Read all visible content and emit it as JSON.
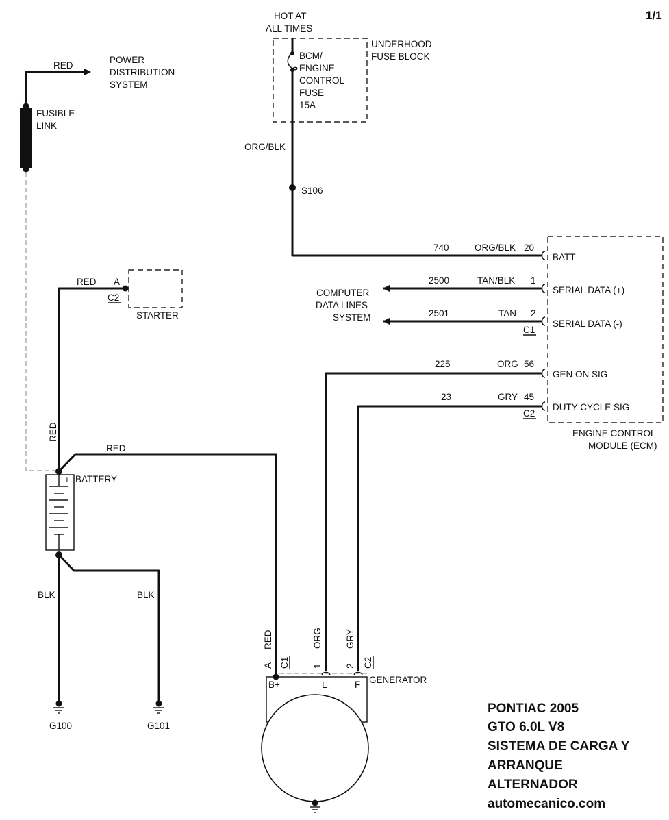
{
  "page_number": "1/1",
  "fuse": {
    "hot_line1": "HOT AT",
    "hot_line2": "ALL TIMES",
    "block_line1": "UNDERHOOD",
    "block_line2": "FUSE BLOCK",
    "name_lines": [
      "BCM/",
      "ENGINE",
      "CONTROL",
      "FUSE",
      "15A"
    ],
    "out_wire_color": "ORG/BLK",
    "splice": "S106"
  },
  "power_distribution": {
    "wire_color": "RED",
    "lines": [
      "POWER",
      "DISTRIBUTION",
      "SYSTEM"
    ],
    "fusible_lines": [
      "FUSIBLE",
      "LINK"
    ]
  },
  "starter": {
    "wire_color": "RED",
    "pin": "A",
    "connector": "C2",
    "name": "STARTER"
  },
  "battery": {
    "name": "BATTERY",
    "pos_wire": "RED",
    "gen_wire": "RED",
    "plus": "+",
    "minus": "−",
    "ground_wire1": "BLK",
    "ground_wire2": "BLK",
    "ground1": "G100",
    "ground2": "G101"
  },
  "ecm": {
    "name_line1": "ENGINE CONTROL",
    "name_line2": "MODULE (ECM)",
    "connector_c1": "C1",
    "connector_c2": "C2",
    "data_lines": [
      "COMPUTER",
      "DATA LINES",
      "SYSTEM"
    ],
    "circuits": [
      {
        "circuit": "740",
        "color": "ORG/BLK",
        "pin": "20",
        "signal": "BATT"
      },
      {
        "circuit": "2500",
        "color": "TAN/BLK",
        "pin": "1",
        "signal": "SERIAL DATA (+)"
      },
      {
        "circuit": "2501",
        "color": "TAN",
        "pin": "2",
        "signal": "SERIAL DATA (-)"
      },
      {
        "circuit": "225",
        "color": "ORG",
        "pin": "56",
        "signal": "GEN ON SIG"
      },
      {
        "circuit": "23",
        "color": "GRY",
        "pin": "45",
        "signal": "DUTY CYCLE SIG"
      }
    ]
  },
  "generator": {
    "name": "GENERATOR",
    "c1": "C1",
    "c2": "C2",
    "pin_a": "A",
    "pin_1": "1",
    "pin_2": "2",
    "wire_red": "RED",
    "wire_org": "ORG",
    "wire_gry": "GRY",
    "term_b": "B+",
    "term_l": "L",
    "term_f": "F"
  },
  "title_block": {
    "lines": [
      "PONTIAC 2005",
      "GTO 6.0L V8",
      "SISTEMA DE CARGA Y",
      "ARRANQUE",
      "ALTERNADOR",
      "automecanico.com"
    ]
  }
}
